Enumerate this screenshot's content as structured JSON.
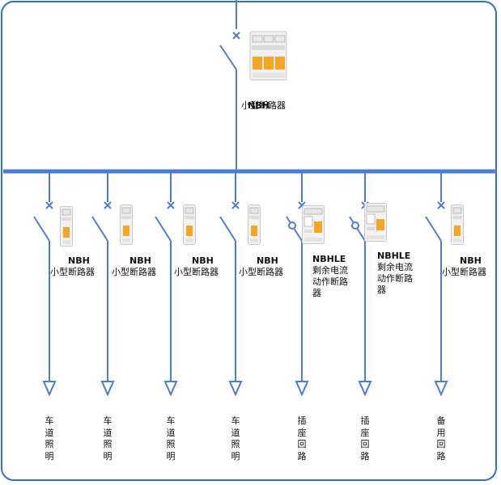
{
  "colors": {
    "wire": "#4a7ddb",
    "frame": "#2f6fd6",
    "breaker_orange": "#f6a623"
  },
  "main": {
    "model": "NBH",
    "name": "小型断路器"
  },
  "branches": [
    {
      "model": "NBH",
      "name": "小型断路器",
      "type": "mcb",
      "circuit": "车道照明"
    },
    {
      "model": "NBH",
      "name": "小型断路器",
      "type": "mcb",
      "circuit": "车道照明"
    },
    {
      "model": "NBH",
      "name": "小型断路器",
      "type": "mcb",
      "circuit": "车道照明"
    },
    {
      "model": "NBH",
      "name": "小型断路器",
      "type": "mcb",
      "circuit": "车道照明"
    },
    {
      "model": "NBHLE",
      "name": "剩余电流动作断路器",
      "type": "rcbo",
      "circuit": "插座回路"
    },
    {
      "model": "NBHLE",
      "name": "剩余电流动作断路器",
      "type": "rcbo",
      "circuit": "插座回路"
    },
    {
      "model": "NBH",
      "name": "小型断路器",
      "type": "mcb",
      "circuit": "备用回路"
    }
  ]
}
